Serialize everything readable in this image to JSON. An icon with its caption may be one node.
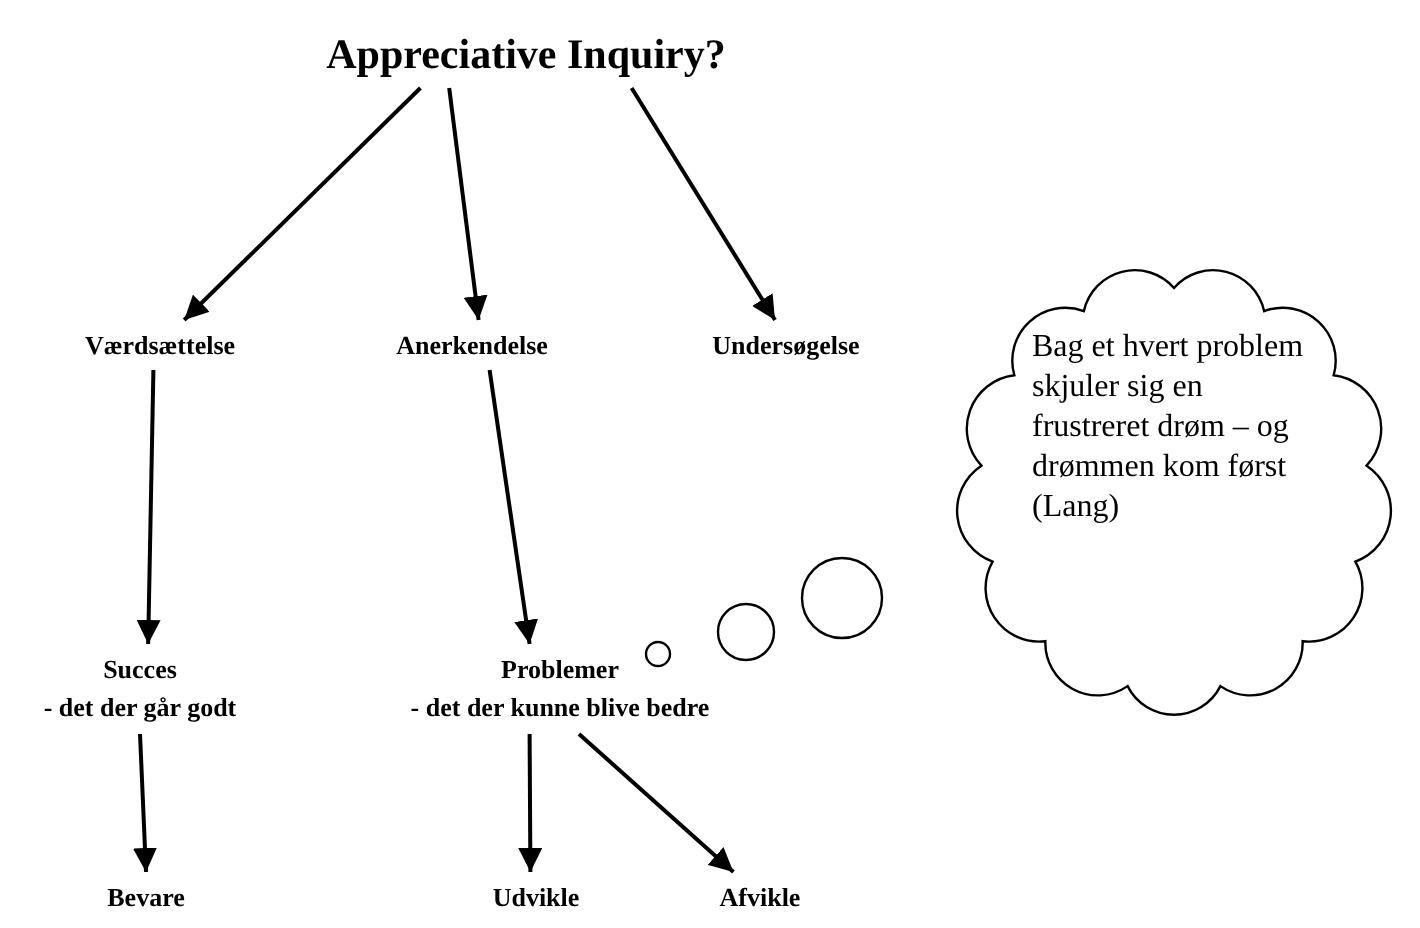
{
  "diagram": {
    "nodes": [
      {
        "text": [
          "Appreciative Inquiry?"
        ]
      },
      {
        "text": [
          "Værdsættelse"
        ]
      },
      {
        "text": [
          "Anerkendelse"
        ]
      },
      {
        "text": [
          "Undersøgelse"
        ]
      },
      {
        "text": [
          "Succes",
          "- det der går godt"
        ]
      },
      {
        "text": [
          "Problemer",
          "- det der kunne blive bedre"
        ]
      },
      {
        "text": [
          "Bevare"
        ]
      },
      {
        "text": [
          "Udvikle"
        ]
      },
      {
        "text": [
          "Afvikle"
        ]
      },
      {
        "text": [
          "Bag et hvert problem skjuler sig en frustreret drøm – og drømmen kom først (Lang)"
        ]
      }
    ],
    "edges": [
      {
        "from": 0,
        "to": 1,
        "arrow": "to"
      },
      {
        "from": 0,
        "to": 2,
        "arrow": "to"
      },
      {
        "from": 0,
        "to": 3,
        "arrow": "to"
      },
      {
        "from": 1,
        "to": 4,
        "arrow": "to"
      },
      {
        "from": 2,
        "to": 5,
        "arrow": "to"
      },
      {
        "from": 4,
        "to": 6,
        "arrow": "to"
      },
      {
        "from": 5,
        "to": 7,
        "arrow": "to"
      },
      {
        "from": 5,
        "to": 8,
        "arrow": "to"
      }
    ]
  }
}
